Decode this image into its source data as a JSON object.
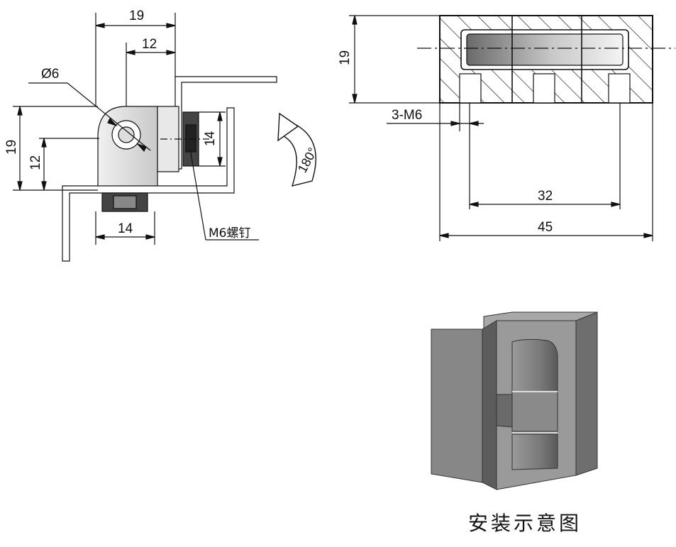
{
  "left_view": {
    "dim_width_top": "19",
    "dim_width_mid": "12",
    "dim_diameter": "Ø6",
    "dim_height_outer": "19",
    "dim_height_inner": "12",
    "dim_nut": "14",
    "dim_bottom": "14",
    "screw_label": "M6螺钉",
    "rotation_label": "180°"
  },
  "right_view": {
    "dim_height": "19",
    "hole_label": "3-M6",
    "dim_spacing": "32",
    "dim_total": "45"
  },
  "caption": "安装示意图",
  "colors": {
    "line": "#111111",
    "hinge_gray": "#8c8c8c",
    "hinge_dark": "#5e5e5e"
  }
}
